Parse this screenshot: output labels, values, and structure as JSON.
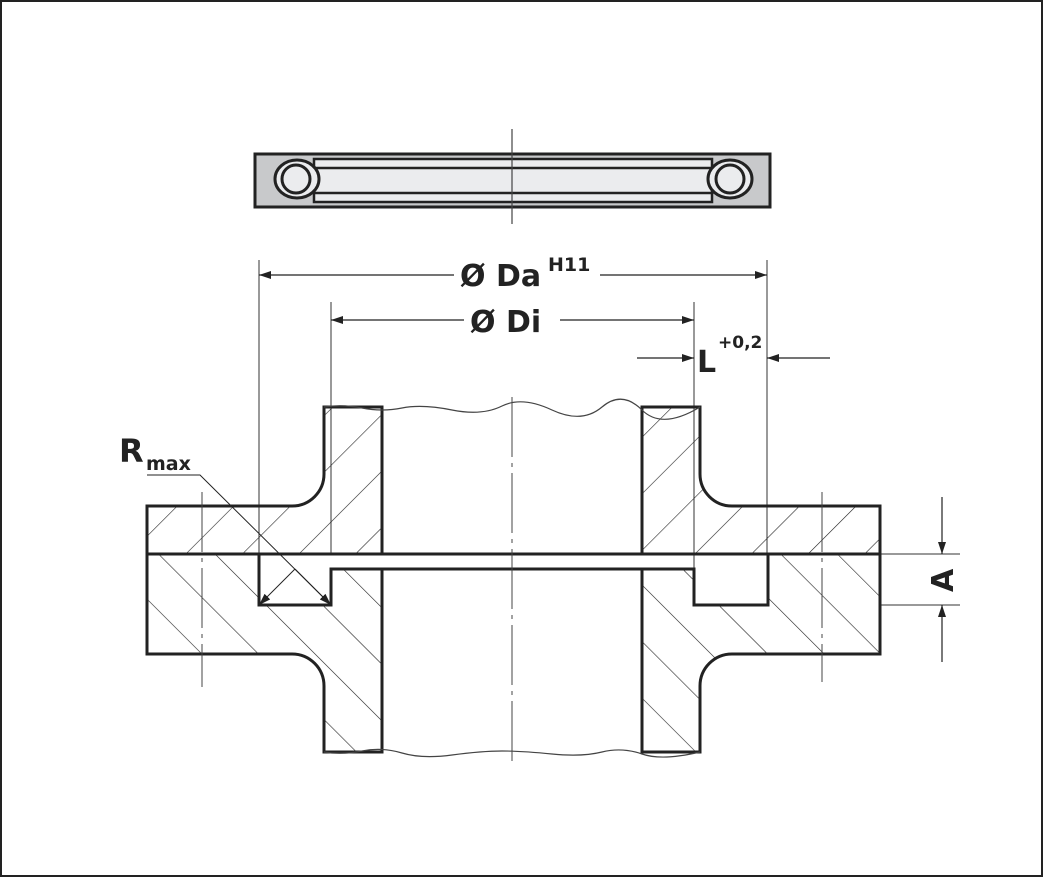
{
  "labels": {
    "outer_diameter": "Ø Da",
    "outer_tolerance": "H11",
    "inner_diameter": "Ø Di",
    "groove_width": "L",
    "groove_tolerance": "+0,2",
    "radius": "R",
    "radius_sub": "max",
    "depth": "A"
  },
  "colors": {
    "line": "#222222",
    "ring_fill": "#c8c9cb",
    "ring_inner": "#ebecee"
  }
}
